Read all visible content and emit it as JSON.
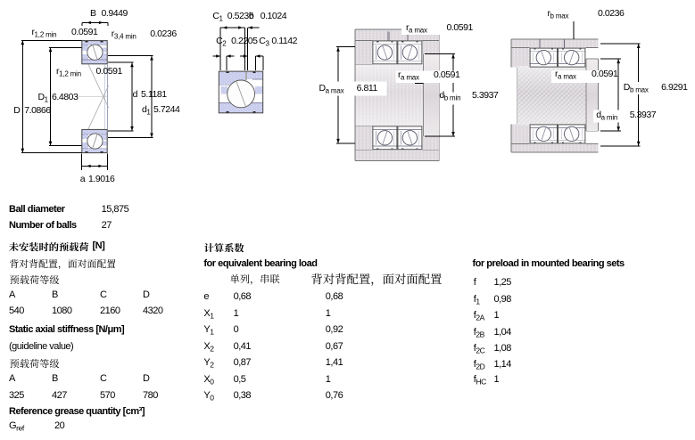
{
  "accent_colors": {
    "ring_fill": "#c7cbec",
    "housing_fill": "#dedade",
    "text": "#000000",
    "background": "#ffffff"
  },
  "diagrams": {
    "cross_section": {
      "B": {
        "sym": "B",
        "sub": "",
        "value": "0.9449"
      },
      "r12_top": {
        "sym": "r",
        "sub": "1,2 min",
        "value": "0.0591"
      },
      "r34": {
        "sym": "r",
        "sub": "3,4 min",
        "value": "0.0236"
      },
      "r12_inner": {
        "sym": "r",
        "sub": "1,2 min",
        "value": "0.0591"
      },
      "D1": {
        "sym": "D",
        "sub": "1",
        "value": "6.4803"
      },
      "D": {
        "sym": "D",
        "sub": "",
        "value": "7.0866"
      },
      "d": {
        "sym": "d",
        "sub": "",
        "value": "5.1181"
      },
      "d1": {
        "sym": "d",
        "sub": "1",
        "value": "5.7244"
      },
      "a": {
        "sym": "a",
        "sub": "",
        "value": "1.9016"
      }
    },
    "recess": {
      "C1": {
        "sym": "C",
        "sub": "1",
        "value": "0.5236"
      },
      "b": {
        "sym": "b",
        "sub": "",
        "value": "0.1024"
      },
      "C2": {
        "sym": "C",
        "sub": "2",
        "value": "0.2205"
      },
      "C3": {
        "sym": "C",
        "sub": "3",
        "value": "0.1142"
      }
    },
    "housing_abutment": {
      "ra_top": {
        "sym": "r",
        "sub": "a max",
        "value": "0.0591"
      },
      "Da": {
        "sym": "D",
        "sub": "a max",
        "value": "6.811"
      },
      "ra_mid": {
        "sym": "r",
        "sub": "a max",
        "value": "0.0591"
      },
      "db": {
        "sym": "d",
        "sub": "b min",
        "value": "5.3937"
      }
    },
    "shaft_abutment": {
      "rb": {
        "sym": "r",
        "sub": "b max",
        "value": "0.0236"
      },
      "ra_mid": {
        "sym": "r",
        "sub": "a max",
        "value": "0.0591"
      },
      "Db": {
        "sym": "D",
        "sub": "b max",
        "value": "6.9291"
      },
      "da": {
        "sym": "d",
        "sub": "a min",
        "value": "5.3937"
      }
    }
  },
  "specs": {
    "ball_diameter_label": "Ball diameter",
    "ball_diameter_value": "15,875",
    "number_of_balls_label": "Number of balls",
    "number_of_balls_value": "27"
  },
  "preload_table": {
    "title_zh": "未安装时的预载荷",
    "title_unit": "[N]",
    "subtitle_zh": "背对背配置，面对面配置",
    "class_label_zh": "预载荷等级",
    "columns": [
      "A",
      "B",
      "C",
      "D"
    ],
    "values": [
      "540",
      "1080",
      "2160",
      "4320"
    ]
  },
  "stiffness_table": {
    "title": "Static axial stiffness [N/μm]",
    "note": "(guideline value)",
    "class_label_zh": "预载荷等级",
    "columns": [
      "A",
      "B",
      "C",
      "D"
    ],
    "values": [
      "325",
      "427",
      "570",
      "780"
    ]
  },
  "grease": {
    "title": "Reference grease quantity [cm³]",
    "sym": "G",
    "sub": "ref",
    "value": "20"
  },
  "calc_factors": {
    "title_zh": "计算系数",
    "subtitle": "for equivalent bearing load",
    "col1_header_zh": "单列，串联",
    "col2_header_zh": "背对背配置，面对面配置",
    "rows": [
      {
        "sym": "e",
        "sub": "",
        "col1": "0,68",
        "col2": "0,68"
      },
      {
        "sym": "X",
        "sub": "1",
        "col1": "1",
        "col2": "1"
      },
      {
        "sym": "Y",
        "sub": "1",
        "col1": "0",
        "col2": "0,92"
      },
      {
        "sym": "X",
        "sub": "2",
        "col1": "0,41",
        "col2": "0,67"
      },
      {
        "sym": "Y",
        "sub": "2",
        "col1": "0,87",
        "col2": "1,41"
      },
      {
        "sym": "X",
        "sub": "0",
        "col1": "0,5",
        "col2": "1"
      },
      {
        "sym": "Y",
        "sub": "0",
        "col1": "0,38",
        "col2": "0,76"
      }
    ]
  },
  "preload_factors": {
    "title": "for preload in mounted bearing sets",
    "rows": [
      {
        "sym": "f",
        "sub": "",
        "value": "1,25"
      },
      {
        "sym": "f",
        "sub": "1",
        "value": "0,98"
      },
      {
        "sym": "f",
        "sub": "2A",
        "value": "1"
      },
      {
        "sym": "f",
        "sub": "2B",
        "value": "1,04"
      },
      {
        "sym": "f",
        "sub": "2C",
        "value": "1,08"
      },
      {
        "sym": "f",
        "sub": "2D",
        "value": "1,14"
      },
      {
        "sym": "f",
        "sub": "HC",
        "value": "1"
      }
    ]
  }
}
